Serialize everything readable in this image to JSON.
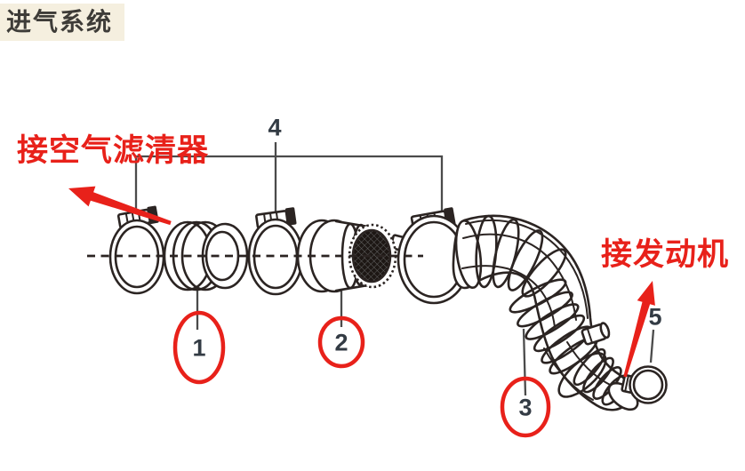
{
  "title": "进气系统",
  "annotations": {
    "air_filter": "接空气滤清器",
    "engine": "接发动机"
  },
  "callouts": [
    {
      "number": "1",
      "circled": true
    },
    {
      "number": "2",
      "circled": true
    },
    {
      "number": "3",
      "circled": true
    },
    {
      "number": "4",
      "circled": false
    },
    {
      "number": "5",
      "circled": false
    }
  ],
  "colors": {
    "red": "#e8211a",
    "ink": "#2b2422",
    "leader": "#4b4b4b",
    "number": "#333b44",
    "title_text": "#3e3c38",
    "title_bg": "#f5efdf",
    "page_bg": "#ffffff"
  }
}
